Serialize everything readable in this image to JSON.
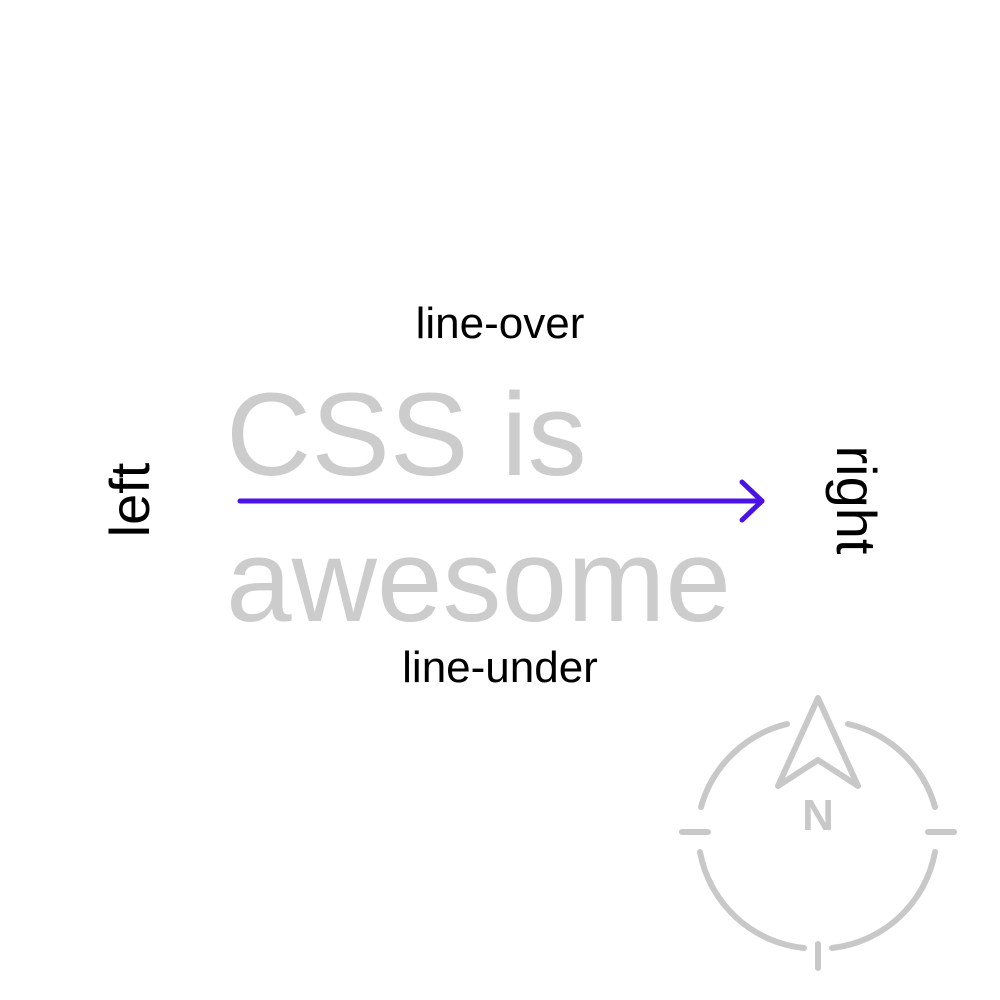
{
  "labels": {
    "over": "line-over",
    "under": "line-under",
    "left": "left",
    "right": "right"
  },
  "sample_text": {
    "line1": "CSS is",
    "line2": "awesome"
  },
  "compass": {
    "letter": "N"
  },
  "colors": {
    "arrow": "#4a12e6",
    "sample_text": "#cccccc",
    "compass": "#c8c8c8",
    "labels": "#000000"
  },
  "icons": [
    "compass-icon",
    "right-arrow-icon"
  ]
}
